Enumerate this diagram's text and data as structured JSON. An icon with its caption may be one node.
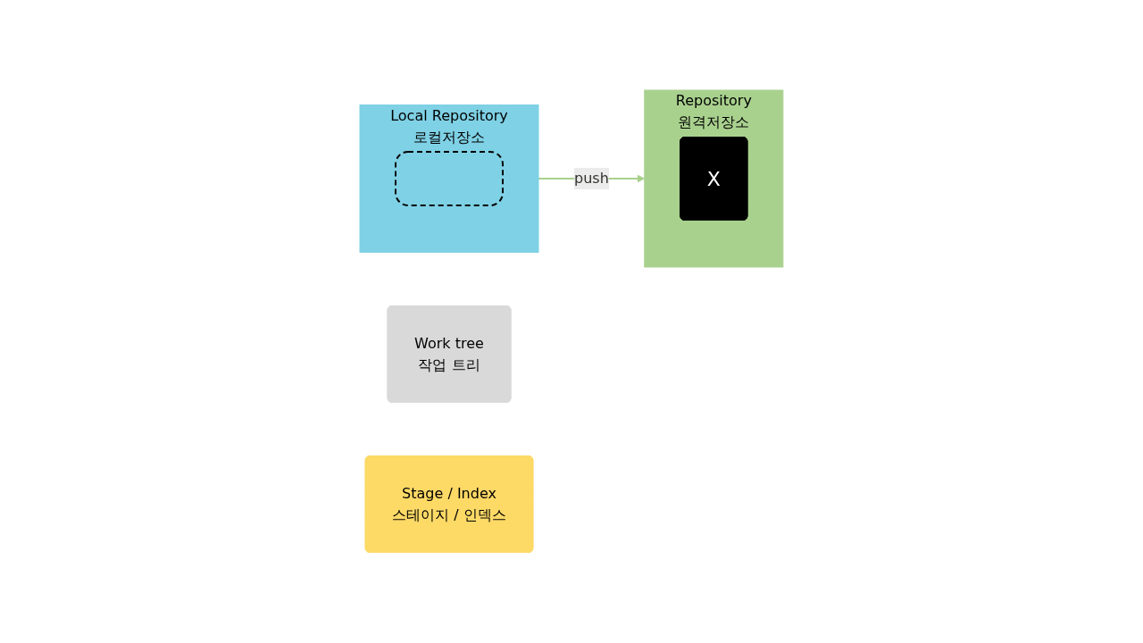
{
  "diagram": {
    "nodes": [
      {
        "text": [
          "Work tree",
          "작업 트리"
        ]
      },
      {
        "text": [
          "Stage / Index",
          "스테이지 / 인덱스"
        ]
      },
      {
        "text": [
          "Local Repository",
          "로컬저장소"
        ]
      },
      {
        "text": [],
        "shape": "box",
        "in": 2
      },
      {
        "text": [
          "Repository",
          "원격저장소"
        ]
      },
      {
        "text": [
          "X"
        ],
        "in": 4
      }
    ],
    "edges": [
      {
        "from": 2,
        "to": 4,
        "arrow": "to",
        "label": "push",
        "color": "#a9d18e"
      }
    ]
  }
}
